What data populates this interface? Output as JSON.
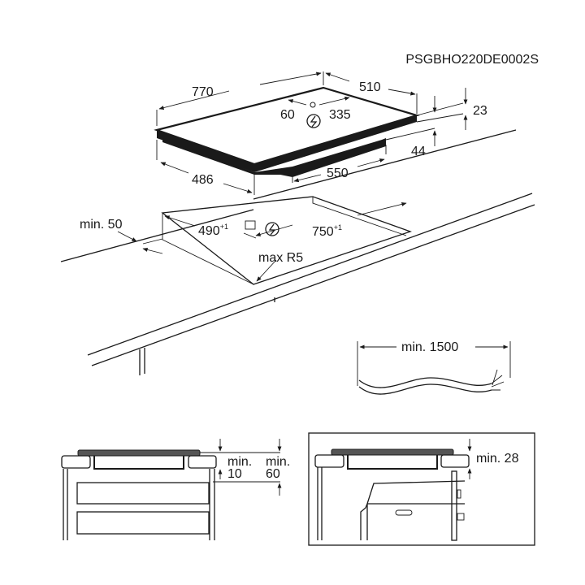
{
  "code": "PSGBHO220DE0002S",
  "hob": {
    "width": "770",
    "depth": "510",
    "conn_left": "60",
    "conn_right": "335",
    "height_top": "23",
    "height_body": "44",
    "body_depth": "486",
    "body_width": "550"
  },
  "cutout": {
    "min_edge": "min. 50",
    "depth": "490",
    "depth_tol": "+1",
    "width": "750",
    "width_tol": "+1",
    "radius": "max R5"
  },
  "cable": {
    "min_length": "min. 1500"
  },
  "section_left": {
    "gap_label": "min.",
    "gap_value": "10",
    "clear_label": "min.",
    "clear_value": "60"
  },
  "section_right": {
    "gap": "min. 28"
  },
  "icons": [
    "power-connection-icon"
  ]
}
